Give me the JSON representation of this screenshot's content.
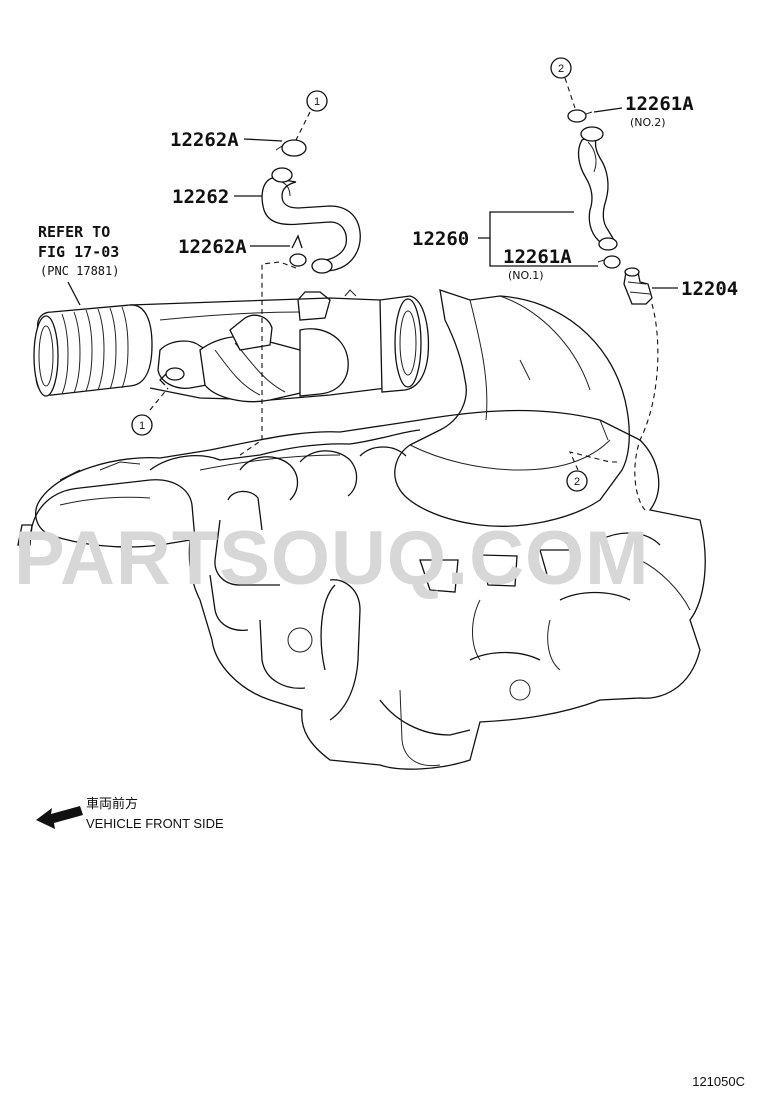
{
  "watermark": "PARTSOUQ.COM",
  "labels": {
    "p12262A_top": "12262A",
    "p12262": "12262",
    "p12262A_bottom": "12262A",
    "p12261A_top": "12261A",
    "p12261A_top_sub": "(NO.2)",
    "p12260": "12260",
    "p12261A_bottom": "12261A",
    "p12261A_bottom_sub": "(NO.1)",
    "p12204": "12204"
  },
  "refer": {
    "line1": "REFER TO",
    "line2": "FIG 17-03",
    "line3": "(PNC 17881)"
  },
  "callouts": {
    "c1_top": "1",
    "c1_left": "1",
    "c2_top": "2",
    "c2_right": "2"
  },
  "front": {
    "jp": "車両前方",
    "en": "VEHICLE FRONT SIDE"
  },
  "diagram_code": "121050C"
}
